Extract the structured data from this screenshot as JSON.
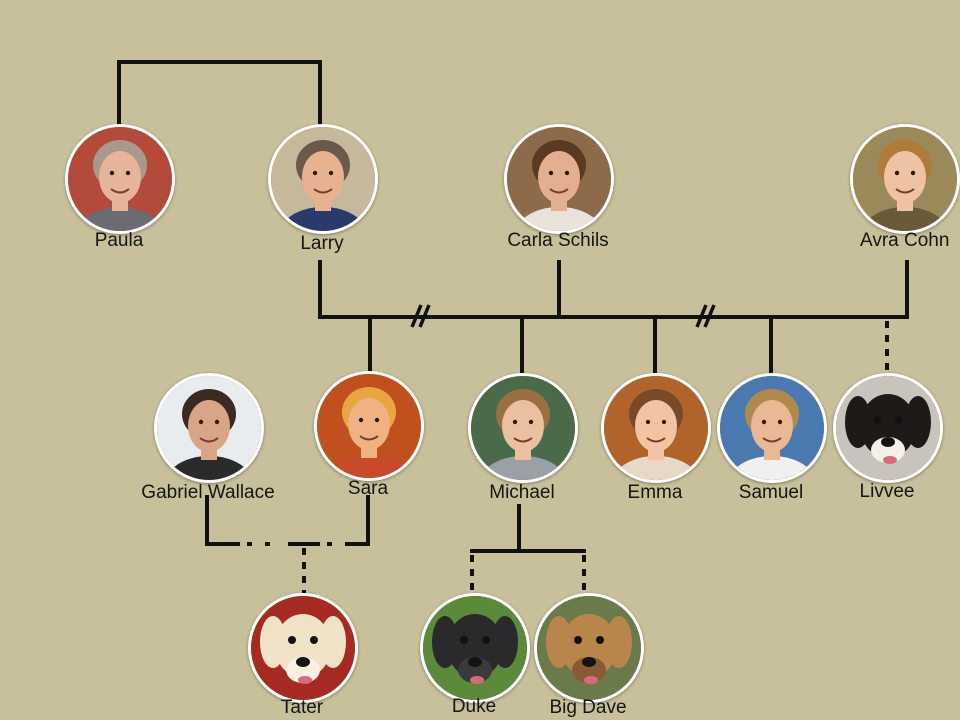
{
  "people": {
    "paula": {
      "name": "Paula",
      "icon": "person-portrait-icon",
      "bg": "#b44a3a",
      "skin": "#e6b49a",
      "hair": "#a8998a",
      "shirt": "#6d6a72"
    },
    "larry": {
      "name": "Larry",
      "icon": "person-portrait-icon",
      "bg": "#c6b89a",
      "skin": "#e7b28e",
      "hair": "#6b5a4c",
      "shirt": "#2a3a6a"
    },
    "carla": {
      "name": "Carla Schils",
      "icon": "person-portrait-icon",
      "bg": "#8c6a4a",
      "skin": "#e2b08e",
      "hair": "#5a3a22",
      "shirt": "#e8e4dc"
    },
    "avra": {
      "name": "Avra Cohn",
      "icon": "person-portrait-icon",
      "bg": "#9a8a5a",
      "skin": "#f0c2a4",
      "hair": "#b07a3a",
      "shirt": "#6a5a3a"
    },
    "gabriel": {
      "name": "Gabriel Wallace",
      "icon": "person-portrait-icon",
      "bg": "#e8ecef",
      "skin": "#d8a686",
      "hair": "#3a2a22",
      "shirt": "#2a2a2a"
    },
    "sara": {
      "name": "Sara",
      "icon": "person-portrait-icon",
      "bg": "#c0501e",
      "skin": "#f0b282",
      "hair": "#e8a640",
      "shirt": "#c84a2a"
    },
    "michael": {
      "name": "Michael",
      "icon": "person-portrait-icon",
      "bg": "#4a6a4a",
      "skin": "#eac0a0",
      "hair": "#9a7040",
      "shirt": "#9aa0a6"
    },
    "emma": {
      "name": "Emma",
      "icon": "person-portrait-icon",
      "bg": "#b0642a",
      "skin": "#f2c4a4",
      "hair": "#7a4a26",
      "shirt": "#e8d8c8"
    },
    "samuel": {
      "name": "Samuel",
      "icon": "person-portrait-icon",
      "bg": "#4a7ab0",
      "skin": "#eab894",
      "hair": "#b08a4a",
      "shirt": "#f0f0f0"
    },
    "livvee": {
      "name": "Livvee",
      "icon": "dog-portrait-icon",
      "bg": "#c8c4bc",
      "fur": "#1e1a18",
      "muzzle": "#f4f0ea"
    },
    "tater": {
      "name": "Tater",
      "icon": "dog-portrait-icon",
      "bg": "#a42a22",
      "fur": "#f0e2c6",
      "muzzle": "#f8f0e0"
    },
    "duke": {
      "name": "Duke",
      "icon": "dog-portrait-icon",
      "bg": "#5a8a3a",
      "fur": "#2a2a2c",
      "muzzle": "#3a3a3c"
    },
    "bigdave": {
      "name": "Big Dave",
      "icon": "dog-portrait-icon",
      "bg": "#6a7a4a",
      "fur": "#b8864a",
      "muzzle": "#8a5a32"
    }
  },
  "colors": {
    "background": "#c8c09a",
    "line": "#111111",
    "ring": "#ffffff"
  }
}
